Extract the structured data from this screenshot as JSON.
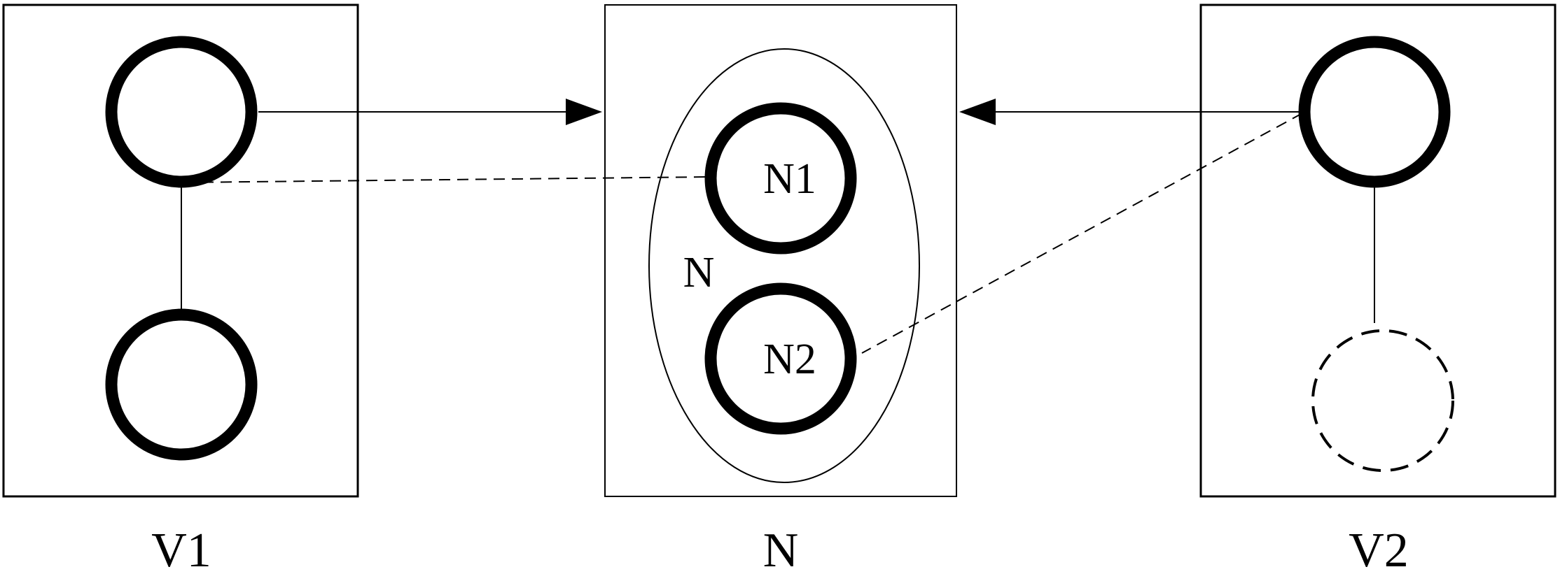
{
  "panels": {
    "left": {
      "caption": "V1"
    },
    "center": {
      "caption": "N",
      "group_label": "N",
      "node_top_label": "N1",
      "node_bottom_label": "N2"
    },
    "right": {
      "caption": "V2"
    }
  },
  "colors": {
    "stroke": "#000000",
    "background": "#ffffff"
  }
}
